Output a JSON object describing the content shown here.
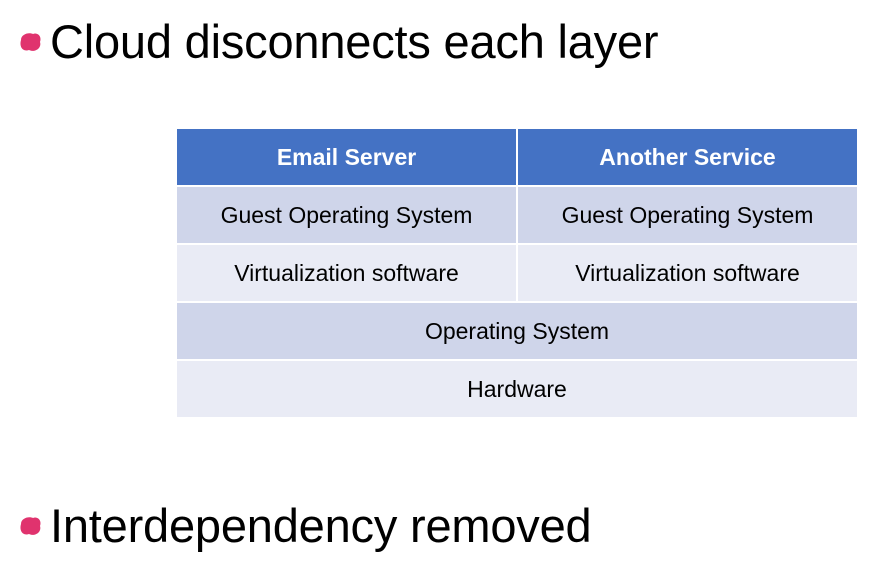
{
  "bullets": [
    {
      "text": "Cloud disconnects each layer"
    },
    {
      "text": "Interdependency removed"
    }
  ],
  "bullet_icon": "pink-blob-bullet-icon",
  "colors": {
    "bullet": "#e0336e",
    "header": "#4472c4",
    "band_dark": "#cfd5ea",
    "band_light": "#e9ebf5"
  },
  "table": {
    "header": [
      "Email Server",
      "Another Service"
    ],
    "guest_os": [
      "Guest Operating System",
      "Guest Operating System"
    ],
    "virtualization": [
      "Virtualization software",
      "Virtualization software"
    ],
    "operating_system": "Operating System",
    "hardware": "Hardware"
  }
}
